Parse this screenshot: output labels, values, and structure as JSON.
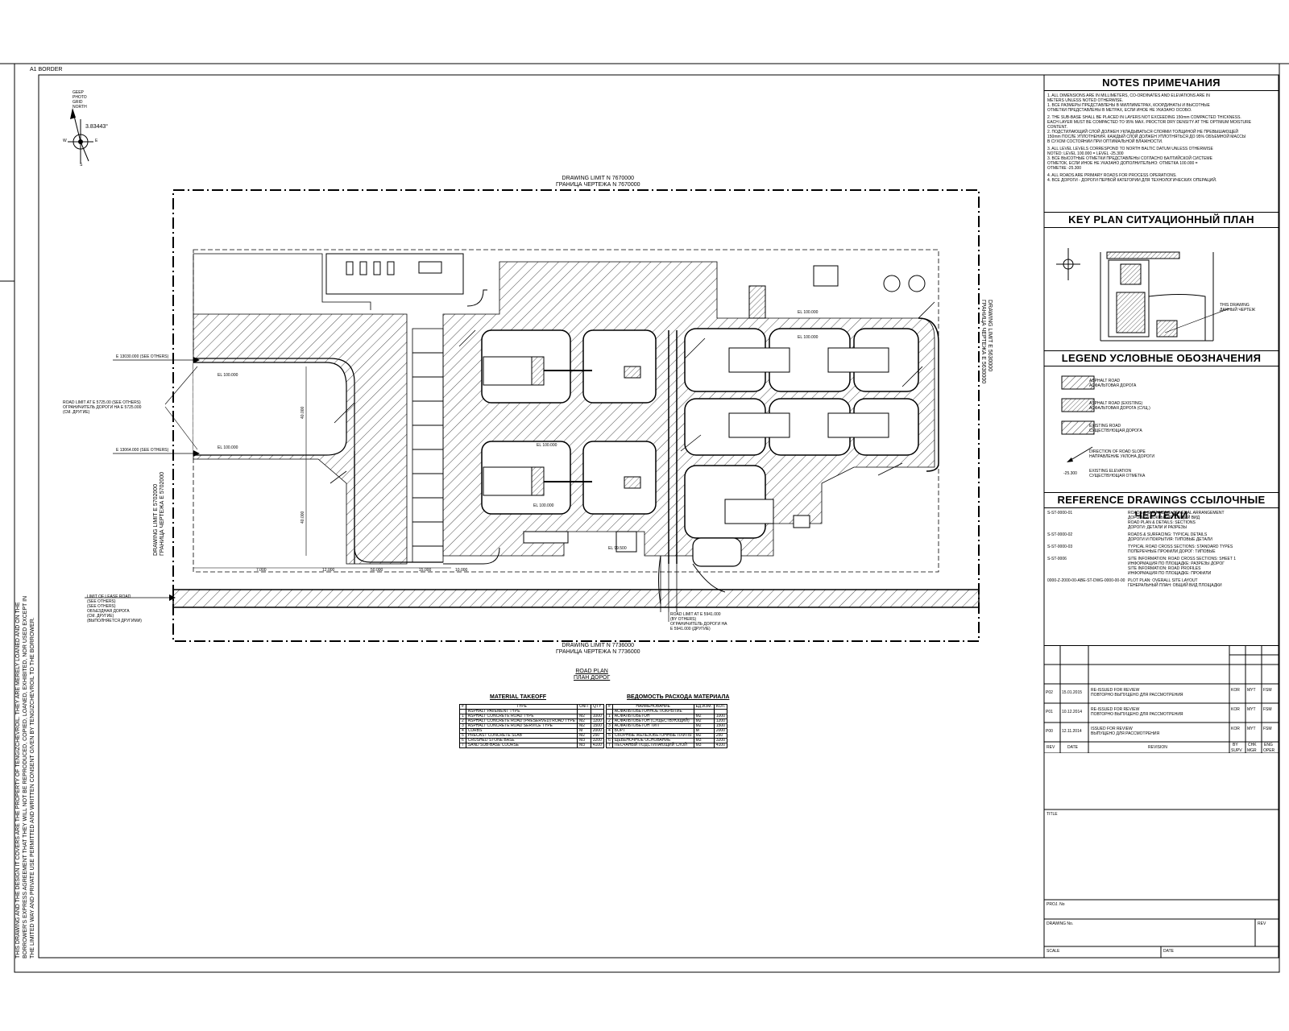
{
  "sheet": {
    "border_label": "A1 BORDER",
    "side_note": "THIS DRAWING AND THE DESIGN IT COVERS ARE THE PROPERTY OF TENGIZCHEVROIL. THEY ARE MERELY LOANED AND ON THE BORROWER'S EXPRESS AGREEMENT THAT THEY WILL NOT BE REPRODUCED, COPIED, LOANED, EXHIBITED, NOR USED EXCEPT IN THE LIMITED WAY AND PRIVATE USE PERMITTED AND WRITTEN CONSENT GIVEN BY TENGIZCHEVROIL TO THE BORROWER."
  },
  "north_arrow": {
    "angle": "3.83443°",
    "labels": [
      "GEEP",
      "PHOTO",
      "GRID",
      "NORTH"
    ],
    "w": "W",
    "e": "E",
    "s": "S"
  },
  "plan": {
    "top_limit": [
      "DRAWING LIMIT N 7670000",
      "ГРАНИЦА ЧЕРТЕЖА N 7670000"
    ],
    "bottom_limit": [
      "DRAWING LIMIT N 7736000",
      "ГРАНИЦА ЧЕРТЕЖА N 7736000"
    ],
    "right_limit": [
      "DRAWING LIMIT E 5630000",
      "ГРАНИЦА ЧЕРТЕЖА E 5630000"
    ],
    "left_limit": [
      "DRAWING LIMIT E 5702000",
      "ГРАНИЦА ЧЕРТЕЖА E 5702000"
    ],
    "road_limit_note": [
      "ROAD LIMIT AT E 5725.00 (SEE OTHERS)",
      "ОГРАНИЧИТЕЛЬ ДОРОГИ НА E 5725.000",
      "(СМ. ДРУГИЕ)"
    ],
    "limit_left_top": "E 13030.000 (SEE OTHERS)",
    "limit_left_bottom": "E 13064.000 (SEE OTHERS)",
    "el_left_top": "EL 100.000",
    "el_left_bottom": "EL 100.000",
    "el_labels": [
      "EL 100.000",
      "EL 100.000",
      "EL 100.000",
      "EL 100.000",
      "EL 99.500"
    ],
    "bottom_road_left": [
      "LIMIT OF LEASE ROAD",
      "(SEE OTHERS)",
      "(SEE OTHERS)",
      "ОБЪЕЗДНАЯ ДОРОГА",
      "(СМ. ДРУГИЕ)",
      "(ВЫПОЛНЯЕТСЯ ДРУГИМИ)"
    ],
    "bottom_road_center": [
      "ROAD LIMIT AT E 5941.000",
      "(BY OTHERS)",
      "ОГРАНИЧИТЕЛЬ ДОРОГИ НА",
      "E 5941.000 (ДРУГИЕ)"
    ],
    "dims_bottom": [
      "7.000",
      "12.000",
      "50.000",
      "15.000",
      "10.000"
    ],
    "dims_left": [
      "40.000",
      "40.000"
    ],
    "road_plan_title": "ROAD PLAN",
    "road_plan_title_ru": "ПЛАН ДОРОГ"
  },
  "tables": {
    "material_takeoff": {
      "title": "MATERIAL TAKEOFF",
      "headers": [
        "#",
        "TYPE",
        "UNIT",
        "QTY"
      ],
      "rows": [
        [
          "",
          "ASPHALT PAVEMENT TYPE",
          "",
          ""
        ],
        [
          "1",
          "ASPHALT CONCRETE ROAD TYPE",
          "M2",
          "1000"
        ],
        [
          "2",
          "ASPHALT CONCRETE ROAD (PRESERVED) ROAD TYPE",
          "M2",
          "1200"
        ],
        [
          "3",
          "ASPHALT CONCRETE ROAD SERVICE TYPE",
          "M2",
          "1500"
        ],
        [
          "4",
          "CURBS",
          "M",
          "2000"
        ],
        [
          "5",
          "PRECAST CONCRETE SLAB",
          "M2",
          "250"
        ],
        [
          "6",
          "CRUSHED STONE BASE",
          "M3",
          "3200"
        ],
        [
          "7",
          "SAND SUB-BASE COURSE",
          "M3",
          "4100"
        ]
      ]
    },
    "materials_ru": {
      "title": "ВЕДОМОСТЬ РАСХОДА МАТЕРИАЛА",
      "headers": [
        "#",
        "НАИМЕНОВАНИЕ",
        "ЕД.ИЗМ.",
        "КОЛ."
      ],
      "rows": [
        [
          "",
          "АСФАЛЬТОБЕТОННОЕ ПОКРЫТИЕ",
          "",
          ""
        ],
        [
          "1",
          "АСФАЛЬТОБЕТОН",
          "М2",
          "1000"
        ],
        [
          "2",
          "АСФАЛЬТОБЕТОН (СУЩЕСТВУЮЩИЙ)",
          "М2",
          "1200"
        ],
        [
          "3",
          "АСФАЛЬТОБЕТОН ТИП",
          "М2",
          "1500"
        ],
        [
          "4",
          "БОРТ",
          "М",
          "2000"
        ],
        [
          "5",
          "СБОРНЫЕ ЖЕЛЕЗОБЕТОННЫЕ ПЛИТЫ",
          "М2",
          "250"
        ],
        [
          "6",
          "ЩЕБЕНОЧНОЕ ОСНОВАНИЕ",
          "М3",
          "3200"
        ],
        [
          "7",
          "ПЕСЧАНЫЙ ПОДСТИЛАЮЩИЙ СЛОЙ",
          "М3",
          "4100"
        ]
      ]
    }
  },
  "notes": {
    "title": "NOTES   ПРИМЕЧАНИЯ",
    "lines": [
      "1. ALL DIMENSIONS ARE IN MILLIMETERS, CO-ORDINATES AND ELEVATIONS ARE IN",
      "   METERS UNLESS NOTED OTHERWISE.",
      "1. ВСЕ РАЗМЕРЫ ПРЕДСТАВЛЕНЫ В МИЛЛИМЕТРАХ, КООРДИНАТЫ И ВЫСОТНЫЕ",
      "   ОТМЕТКИ ПРЕДСТАВЛЕНЫ В МЕТРАХ, ЕСЛИ ИНОЕ НЕ УКАЗАНО ОСОБО.",
      "2. THE SUB-BASE SHALL BE PLACED IN LAYERS NOT EXCEEDING 150mm COMPACTED THICKNESS.",
      "   EACH LAYER MUST BE COMPACTED TO 95% MAX. PROCTOR DRY DENSITY AT THE OPTIMUM MOISTURE",
      "   CONTENT.",
      "2. ПОДСТИЛАЮЩИЙ СЛОЙ ДОЛЖЕН УКЛАДЫВАТЬСЯ СЛОЯМИ ТОЛЩИНОЙ НЕ ПРЕВЫШАЮЩЕЙ",
      "   150mm ПОСЛЕ УПЛОТНЕНИЯ. КАЖДЫЙ СЛОЙ ДОЛЖЕН УПЛОТНЯТЬСЯ ДО 95% ОБЪЕМНОЙ МАССЫ",
      "   В СУХОМ СОСТОЯНИИ ПРИ ОПТИМАЛЬНОЙ ВЛАЖНОСТИ.",
      "3. ALL LEVEL LEVELS CORRESPOND TO NORTH BALTIC DATUM UNLESS OTHERWISE",
      "   NOTED: LEVEL 100.000 = LEVEL -25.300",
      "3. ВСЕ ВЫСОТНЫЕ ОТМЕТКИ ПРЕДСТАВЛЕНЫ СОГЛАСНО БАЛТИЙСКОЙ СИСТЕМЕ",
      "   ОТМЕТОК, ЕСЛИ ИНОЕ НЕ УКАЗАНО ДОПОЛНИТЕЛЬНО: ОТМЕТКА 100.000 =",
      "   ОТМЕТКЕ -25.300",
      "4. ALL ROADS ARE PRIMARY ROADS FOR PROCESS OPERATIONS.",
      "4. ВСЕ ДОРОГИ - ДОРОГИ ПЕРВОЙ КАТЕГОРИИ ДЛЯ ТЕХНОЛОГИЧЕСКИХ ОПЕРАЦИЙ."
    ]
  },
  "key_plan": {
    "title": "KEY PLAN   СИТУАЦИОННЫЙ ПЛАН",
    "callout": [
      "THIS DRAWING",
      "ДАННЫЙ ЧЕРТЕЖ"
    ]
  },
  "legend": {
    "title": "LEGEND   УСЛОВНЫЕ ОБОЗНАЧЕНИЯ",
    "items": [
      {
        "en": "ASPHALT ROAD",
        "ru": "АСФАЛЬТОВАЯ ДОРОГА"
      },
      {
        "en": "ASPHALT ROAD (EXISTING)",
        "ru": "АСФАЛЬТОВАЯ ДОРОГА (СУЩ.)"
      },
      {
        "en": "EXISTING ROAD",
        "ru": "СУЩЕСТВУЮЩАЯ ДОРОГА"
      },
      {
        "en": "DIRECTION OF ROAD SLOPE",
        "ru": "НАПРАВЛЕНИЕ УКЛОНА ДОРОГИ"
      },
      {
        "en": "EXISTING ELEVATION",
        "ru": "СУЩЕСТВУЮЩАЯ ОТМЕТКА",
        "sym": "-25.300"
      }
    ]
  },
  "reference": {
    "title": "REFERENCE DRAWINGS   ССЫЛОЧНЫЕ ЧЕРТЕЖИ",
    "rows": [
      {
        "no": "S-ST-0000-01",
        "desc": [
          "ROADS & SURFACING: GENERAL ARRANGEMENT",
          "ДОРОГИ И ПОКРЫТИЯ: ОБЩИЙ ВИД",
          "ROAD PLAN & DETAILS: SECTIONS",
          "ДОРОГИ: ДЕТАЛИ И РАЗРЕЗЫ"
        ]
      },
      {
        "no": "S-ST-0000-02",
        "desc": [
          "ROADS & SURFACING: TYPICAL DETAILS",
          "ДОРОГИ И ПОКРЫТИЯ: ТИПОВЫЕ ДЕТАЛИ"
        ]
      },
      {
        "no": "S-ST-0000-03",
        "desc": [
          "TYPICAL ROAD CROSS SECTIONS: STANDARD TYPES",
          "ПОПЕРЕЧНЫЕ ПРОФИЛИ ДОРОГ: ТИПОВЫЕ"
        ]
      },
      {
        "no": "S-ST-0006",
        "desc": [
          "SITE INFORMATION: ROAD CROSS SECTIONS: SHEET 1",
          "ИНФОРМАЦИЯ ПО ПЛОЩАДКЕ: РАЗРЕЗЫ ДОРОГ",
          "SITE INFORMATION: ROAD PROFILES",
          "ИНФОРМАЦИЯ ПО ПЛОЩАДКЕ: ПРОФИЛИ"
        ]
      },
      {
        "no": "0000-Z-2000-00-ABE-ST-DWG-0000-00-00",
        "desc": [
          "PLOT PLAN: OVERALL SITE LAYOUT",
          "ГЕНЕРАЛЬНЫЙ ПЛАН: ОБЩИЙ ВИД ПЛОЩАДКИ"
        ]
      }
    ]
  },
  "revisions": {
    "rows": [
      {
        "rev": "P02",
        "date": "15.01.2015",
        "desc": [
          "RE-ISSUED FOR REVIEW",
          "ПОВТОРНО ВЫПУЩЕНО ДЛЯ РАССМОТРЕНИЯ"
        ],
        "by": "KOR",
        "chk": "MYT",
        "eng": "FSM"
      },
      {
        "rev": "P01",
        "date": "10.12.2014",
        "desc": [
          "RE-ISSUED FOR REVIEW",
          "ПОВТОРНО ВЫПУЩЕНО ДЛЯ РАССМОТРЕНИЯ"
        ],
        "by": "KOR",
        "chk": "MYT",
        "eng": "FSM"
      },
      {
        "rev": "P00",
        "date": "12.11.2014",
        "desc": [
          "ISSUED FOR REVIEW",
          "ВЫПУЩЕНО ДЛЯ РАССМОТРЕНИЯ"
        ],
        "by": "KOR",
        "chk": "MYT",
        "eng": "FSM"
      }
    ],
    "headers": {
      "rev": "REV",
      "date": "DATE",
      "revision": "REVISION",
      "by": "BY",
      "chk": "CHK",
      "eng": "ENG",
      "supv": "SUPV",
      "mgr": "MGR",
      "oper": "OPER"
    }
  },
  "title_block": {
    "title_label": "TITLE",
    "proj_label": "PROJ. No",
    "drawing_label": "DRAWING No.",
    "rev_label": "REV",
    "scale_label": "SCALE",
    "date_label": "DATE"
  }
}
